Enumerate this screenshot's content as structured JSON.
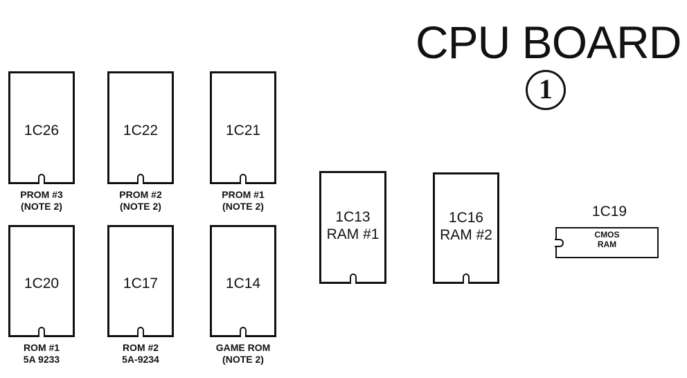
{
  "title": "CPU BOARD",
  "board_number": "1",
  "chips": {
    "c26": {
      "id": "1C26",
      "label_line1": "PROM #3",
      "label_line2": "(NOTE 2)"
    },
    "c22": {
      "id": "1C22",
      "label_line1": "PROM #2",
      "label_line2": "(NOTE 2)"
    },
    "c21": {
      "id": "1C21",
      "label_line1": "PROM #1",
      "label_line2": "(NOTE 2)"
    },
    "c20": {
      "id": "1C20",
      "label_line1": "ROM #1",
      "label_line2": "5A 9233"
    },
    "c17": {
      "id": "1C17",
      "label_line1": "ROM #2",
      "label_line2": "5A-9234"
    },
    "c14": {
      "id": "1C14",
      "label_line1": "GAME ROM",
      "label_line2": "(NOTE 2)"
    },
    "c13": {
      "id": "1C13",
      "label": "RAM #1"
    },
    "c16": {
      "id": "1C16",
      "label": "RAM #2"
    },
    "c19": {
      "id": "1C19",
      "label_line1": "CMOS",
      "label_line2": "RAM"
    }
  }
}
